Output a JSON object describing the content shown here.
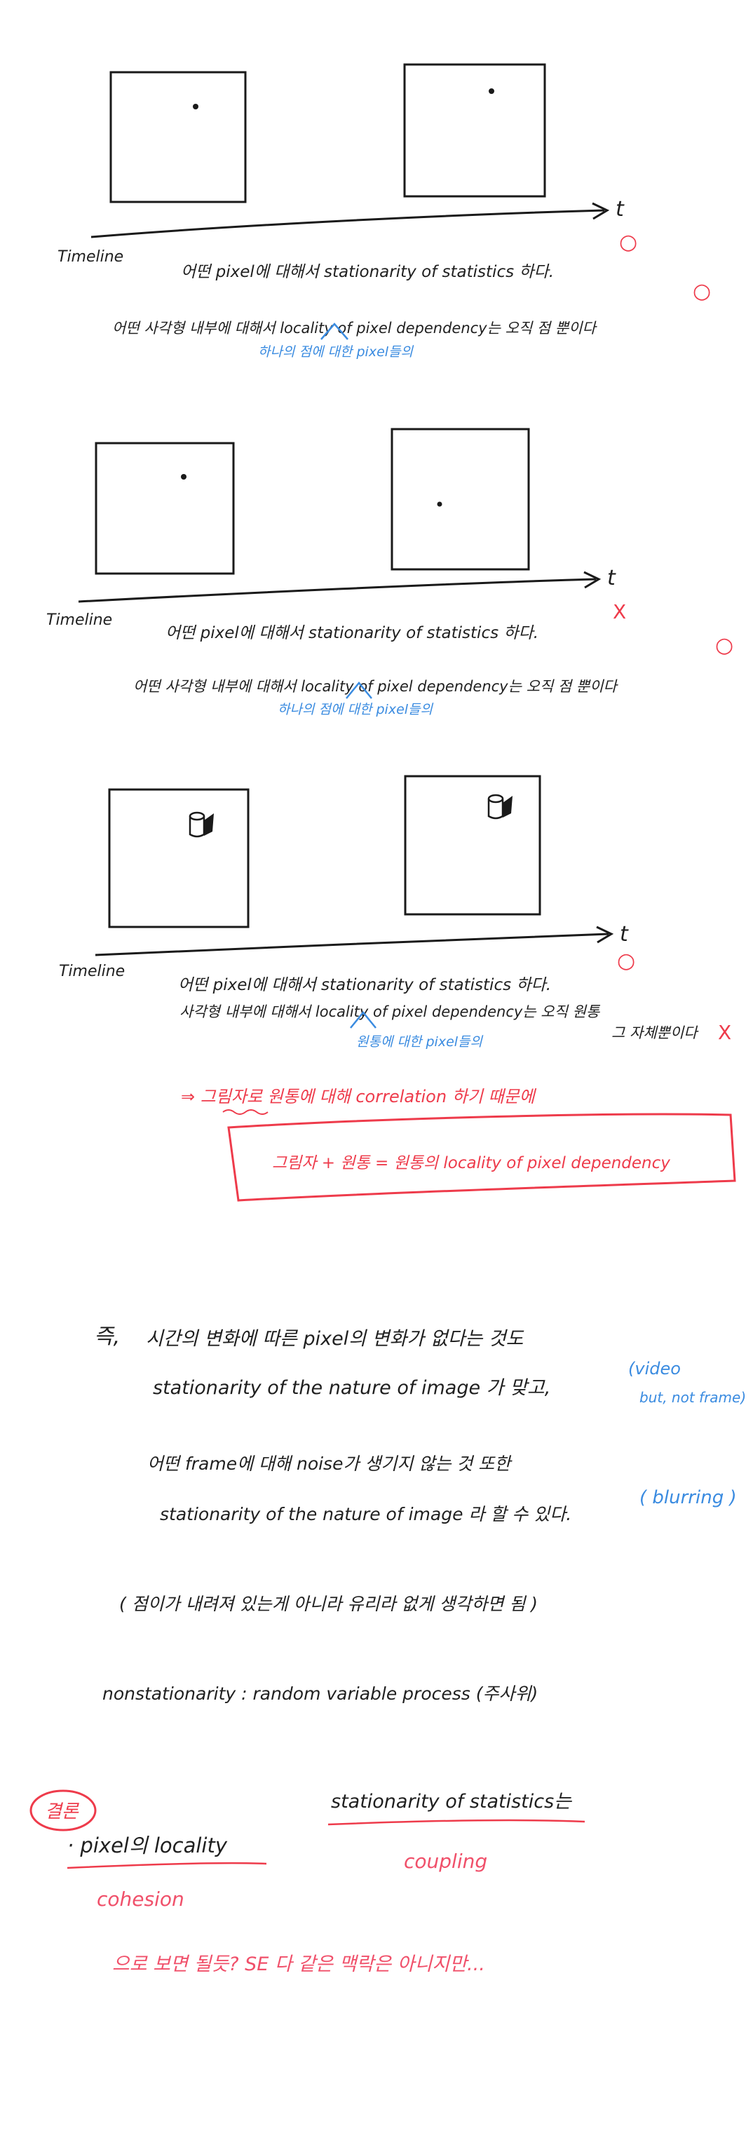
{
  "section1": {
    "axis_label": "t",
    "timeline_label": "Timeline",
    "line1": "어떤 pixel에 대해서 stationarity of statistics 하다.",
    "line1_mark": "○",
    "line2": "어떤 사각형 내부에 대해서 locality of pixel dependency는 오직 점 뿐이다",
    "line2_mark": "○",
    "annotation": "하나의 점에 대한 pixel들의"
  },
  "section2": {
    "axis_label": "t",
    "timeline_label": "Timeline",
    "line1": "어떤 pixel에 대해서 stationarity of statistics 하다.",
    "line1_mark": "X",
    "line2": "어떤 사각형 내부에 대해서 locality of pixel dependency는 오직 점 뿐이다",
    "line2_mark": "○",
    "annotation": "하나의 점에 대한 pixel들의"
  },
  "section3": {
    "axis_label": "t",
    "timeline_label": "Timeline",
    "line1": "어떤 pixel에 대해서 stationarity of statistics 하다.",
    "line1_mark": "○",
    "line2": "사각형 내부에 대해서 locality of pixel dependency는 오직 원통",
    "line2_end": "그 자체뿐이다",
    "line2_mark": "X",
    "annotation": "원통에 대한 pixel들의",
    "conclusion": "⇒ 그림자로 원통에 대해 correlation 하기 때문에",
    "box_text": "그림자 + 원통 = 원통의 locality of pixel dependency"
  },
  "section4": {
    "lead": "즉,",
    "line1": "시간의 변화에 따른 pixel의 변화가 없다는 것도",
    "line2": "stationarity of the nature of image 가 맞고,",
    "note1a": "(video",
    "note1b": "but, not frame)",
    "line3": "어떤 frame에 대해 noise가 생기지 않는 것 또한",
    "line4": "stationarity of the nature of image 라 할 수 있다.",
    "note2": "( blurring )",
    "line5": "( 점이가 내려져 있는게 아니라 유리라 없게 생각하면 됨 )",
    "line6": "nonstationarity : random variable process (주사위)"
  },
  "section5": {
    "badge": "결론",
    "bullet1": "· pixel의 locality",
    "bullet2": "stationarity of statistics는",
    "word1": "cohesion",
    "word2": "coupling",
    "last_line": "으로 보면 될듯? SE 다 같은 맥락은 아니지만..."
  }
}
